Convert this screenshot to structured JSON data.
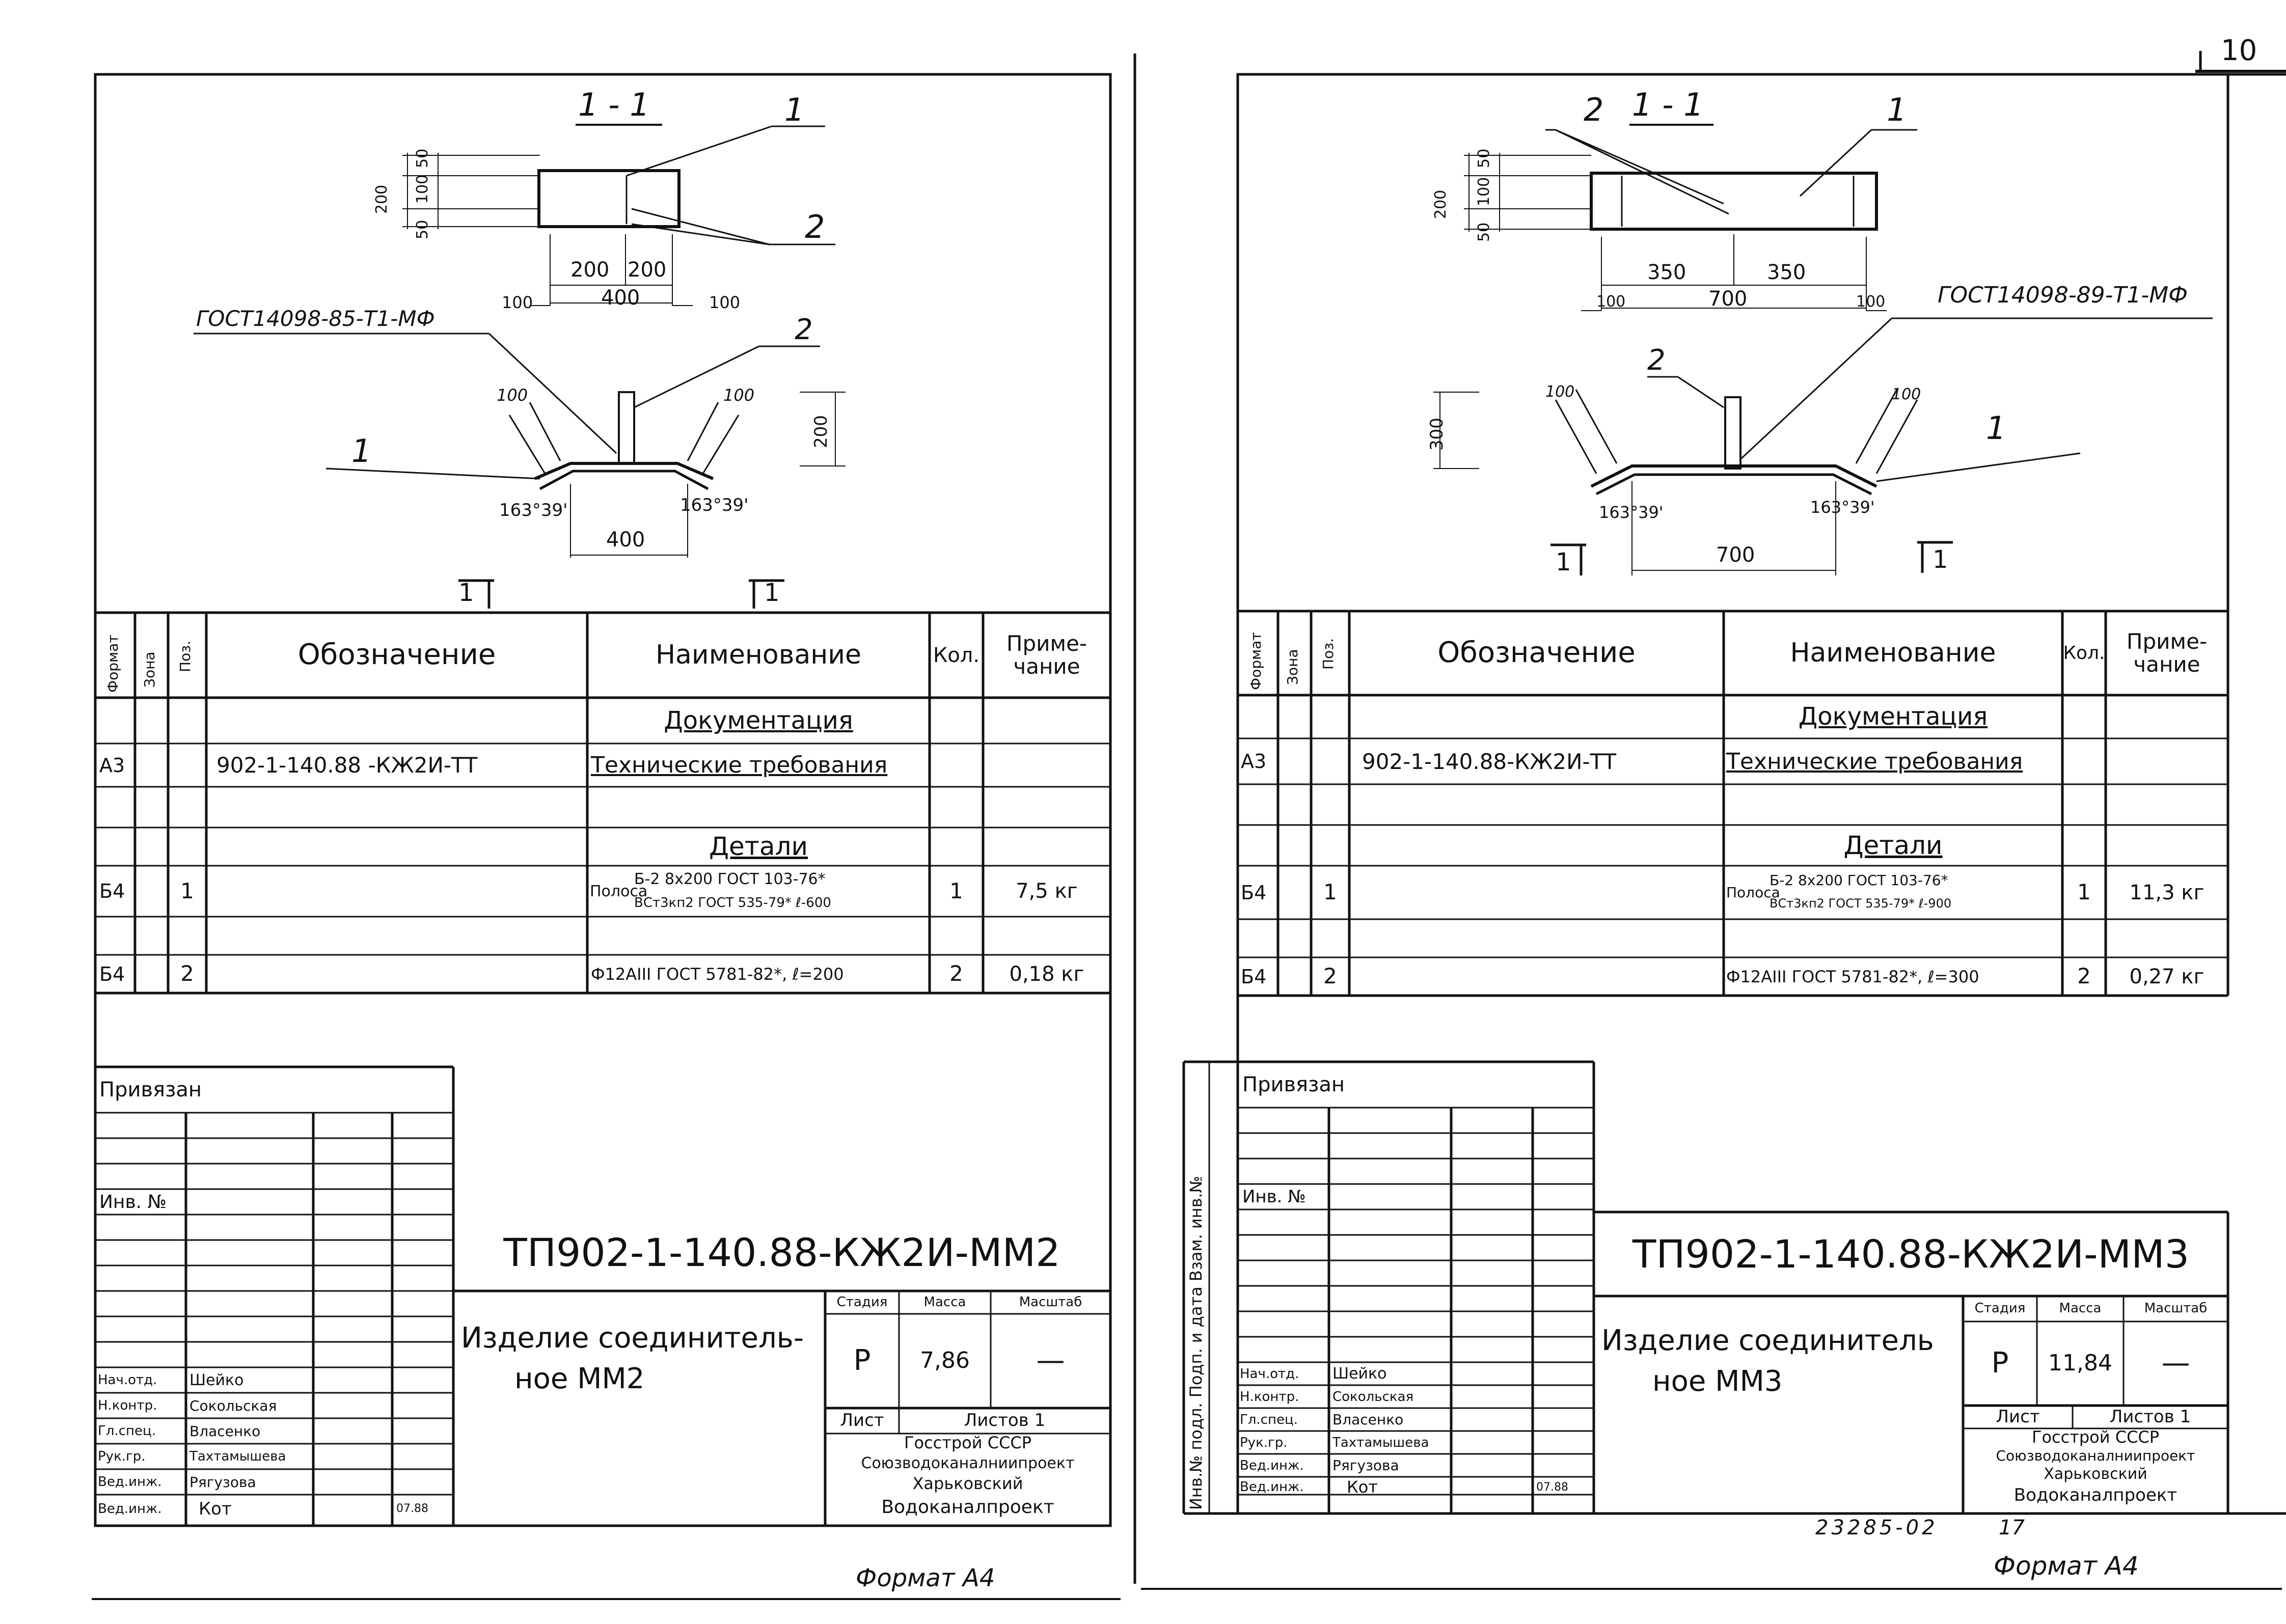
{
  "corner_page": "10",
  "bottom_code": "23285-02",
  "bottom_page": "17",
  "columns": {
    "format": "Формат",
    "zone": "Зона",
    "pos": "Поз.",
    "designation": "Обозначение",
    "name": "Наименование",
    "qty": "Кол.",
    "note": "Приме-чание"
  },
  "common": {
    "section_doc": "Документация",
    "section_parts": "Детали",
    "tech_req": "Технические требования",
    "strip_word": "Полоса",
    "priv": "Привязан",
    "inv": "Инв. №",
    "stage_h": "Стадия",
    "mass_h": "Масса",
    "scale_h": "Масштаб",
    "stage": "Р",
    "scale": "—",
    "sheet_l": "Лист",
    "sheets_l": "Листов 1",
    "org1": "Госстрой СССР",
    "org2": "Союзводоканалниипроект",
    "org3": "Харьковский",
    "org4": "Водоканалпроект",
    "side_stamp": "Инв.№ подл.  Подп. и дата  Взам. инв.№",
    "roles": [
      {
        "role": "Нач.отд.",
        "name": "Шейко"
      },
      {
        "role": "Н.контр.",
        "name": "Сокольская"
      },
      {
        "role": "Гл.спец.",
        "name": "Власенко"
      },
      {
        "role": "Рук.гр.",
        "name": "Тахтамышева"
      },
      {
        "role": "Вед.инж.",
        "name": "Рягузова"
      },
      {
        "role": "Вед.инж.",
        "name": "Кот"
      }
    ]
  },
  "sheets": [
    {
      "section_label": "1 - 1",
      "callout_1": "1",
      "callout_2": "2",
      "gost_weld": "ГОСТ14098-85-Т1-МФ",
      "dims": {
        "h50a": "50",
        "h100": "100",
        "h50b": "50",
        "h200": "200",
        "w_half_a": "200",
        "w_half_b": "200",
        "w_total": "400",
        "w_out_a": "100",
        "w_out_b": "100",
        "bend_a": "100",
        "bend_b": "100",
        "rod_h": "200",
        "angle_a": "163°39'",
        "angle_b": "163°39'",
        "base": "400"
      },
      "cut_mark": "1",
      "rows": [
        {
          "fmt": "А3",
          "zone": "",
          "pos": "",
          "desig": "902-1-140.88 -КЖ2И-ТТ",
          "qty": "",
          "note": ""
        },
        {
          "fmt": "Б4",
          "zone": "",
          "pos": "1",
          "name_top": "Б-2 8х200 ГОСТ 103-76*",
          "name_bot": "ВСт3кп2 ГОСТ 535-79* ℓ-600",
          "qty": "1",
          "note": "7,5 кг"
        },
        {
          "fmt": "Б4",
          "zone": "",
          "pos": "2",
          "name": "Ф12АIII ГОСТ 5781-82*, ℓ=200",
          "qty": "2",
          "note": "0,18 кг"
        }
      ],
      "doc_code": "ТП902-1-140.88-КЖ2И-ММ2",
      "title_l1": "Изделие соединитель-",
      "title_l2": "ное ММ2",
      "mass": "7,86",
      "date": "07.88",
      "format_label": "Формат А4"
    },
    {
      "section_label": "1 - 1",
      "callout_1": "1",
      "callout_2": "2",
      "gost_weld": "ГОСТ14098-89-Т1-МФ",
      "dims": {
        "h50a": "50",
        "h100": "100",
        "h50b": "50",
        "h200": "200",
        "w_half_a": "350",
        "w_half_b": "350",
        "w_total": "700",
        "w_out_a": "100",
        "w_out_b": "100",
        "bend_a": "100",
        "bend_b": "100",
        "rod_h": "300",
        "angle_a": "163°39'",
        "angle_b": "163°39'",
        "base": "700"
      },
      "cut_mark": "1",
      "rows": [
        {
          "fmt": "А3",
          "zone": "",
          "pos": "",
          "desig": "902-1-140.88-КЖ2И-ТТ",
          "qty": "",
          "note": ""
        },
        {
          "fmt": "Б4",
          "zone": "",
          "pos": "1",
          "name_top": "Б-2 8х200 ГОСТ 103-76*",
          "name_bot": "ВСт3кп2 ГОСТ 535-79* ℓ-900",
          "qty": "1",
          "note": "11,3 кг"
        },
        {
          "fmt": "Б4",
          "zone": "",
          "pos": "2",
          "name": "Ф12АIII ГОСТ 5781-82*, ℓ=300",
          "qty": "2",
          "note": "0,27 кг"
        }
      ],
      "doc_code": "ТП902-1-140.88-КЖ2И-ММ3",
      "title_l1": "Изделие соединитель",
      "title_l2": "ное ММ3",
      "mass": "11,84",
      "date": "07.88",
      "format_label": "Формат А4"
    }
  ]
}
